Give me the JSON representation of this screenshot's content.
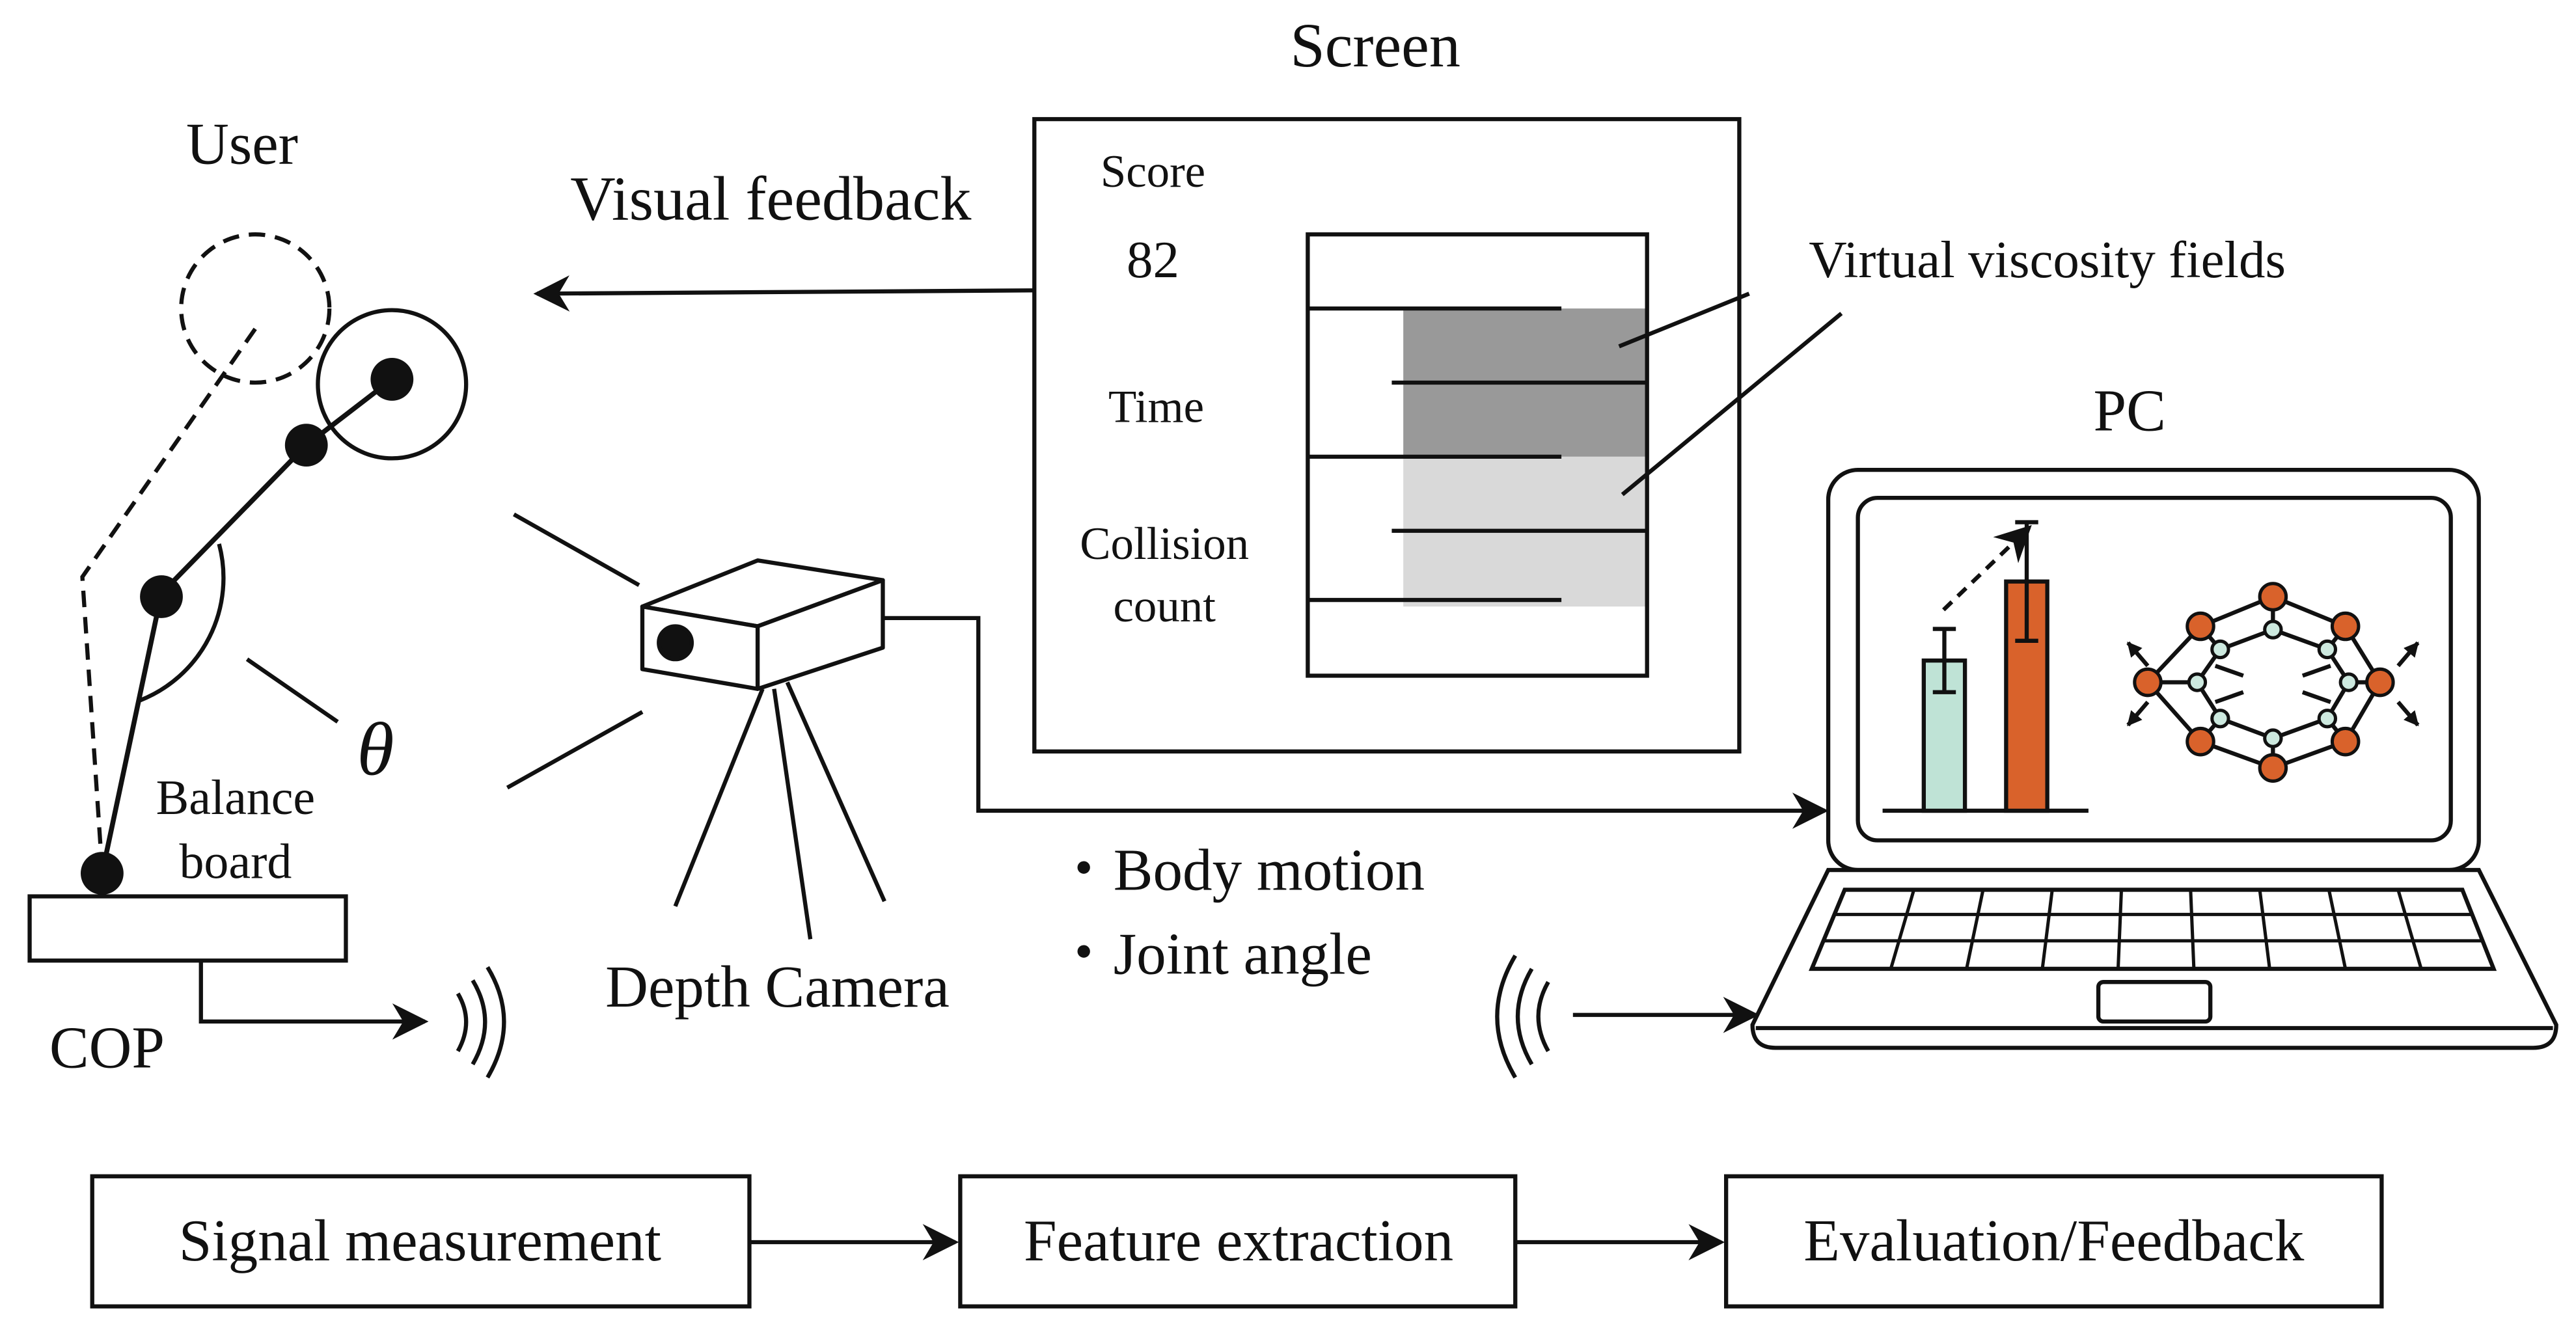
{
  "labels": {
    "screen": "Screen",
    "user": "User",
    "visual_feedback": "Visual feedback",
    "score_label": "Score",
    "score_value": "82",
    "time_label": "Time",
    "collision_line1": "Collision",
    "collision_line2": "count",
    "virtual_fields": "Virtual viscosity fields",
    "pc": "PC",
    "theta": "θ",
    "balance_line1": "Balance",
    "balance_line2": "board",
    "cop": "COP",
    "depth_camera": "Depth Camera",
    "body_motion": "・Body motion",
    "joint_angle": "・Joint angle"
  },
  "pipeline": {
    "step1": "Signal measurement",
    "step2": "Feature extraction",
    "step3": "Evaluation/Feedback"
  },
  "colors": {
    "dark_field": "#999999",
    "light_field": "#d9d9d9",
    "bar_teal": "#bfe3d6",
    "bar_orange": "#d9622b",
    "node_teal": "#cde9df"
  },
  "bar_chart": {
    "values": [
      0.38,
      0.58
    ],
    "errors": [
      0.08,
      0.15
    ]
  }
}
